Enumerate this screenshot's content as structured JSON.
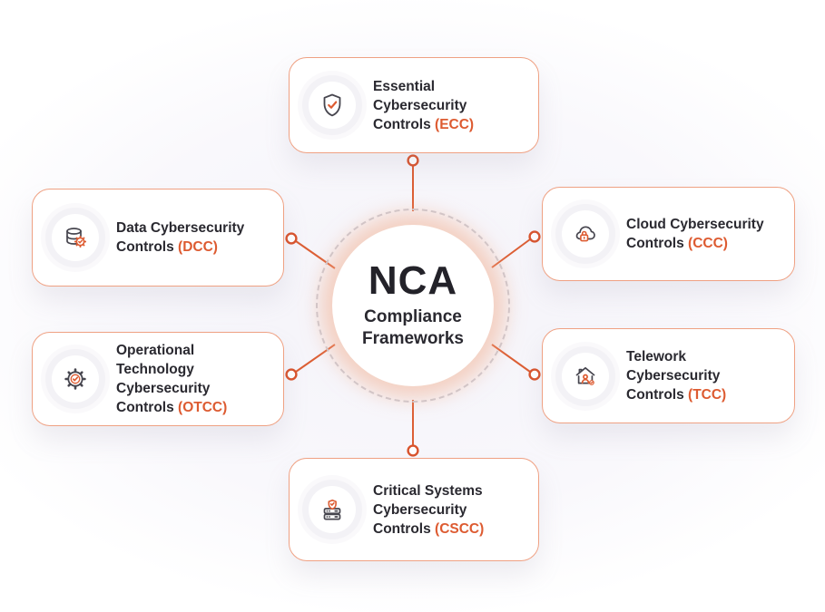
{
  "center": {
    "heading": "NCA",
    "subheading": "Compliance Frameworks"
  },
  "colors": {
    "accent_orange": "#DD5B31",
    "card_border_orange": "#EFA183",
    "connector_orange": "#DC5F35",
    "dark_text": "#2A2930",
    "icon_gray": "#47464F",
    "dashed_ring_gray": "#CBCAD3",
    "hub_glow_peach": "#F3B092",
    "card_background": "#FFFFFF"
  },
  "nodes": [
    {
      "id": "ecc",
      "label": "Essential Cybersecurity Controls ",
      "code": "(ECC)",
      "icon": "shield-check-icon"
    },
    {
      "id": "dcc",
      "label": "Data Cybersecurity Controls ",
      "code": "(DCC)",
      "icon": "database-check-icon"
    },
    {
      "id": "ccc",
      "label": "Cloud Cybersecurity Controls ",
      "code": "(CCC)",
      "icon": "cloud-lock-icon"
    },
    {
      "id": "otcc",
      "label": "Operational Technology Cybersecurity Controls ",
      "code": "(OTCC)",
      "icon": "gear-check-icon"
    },
    {
      "id": "tcc",
      "label": "Telework Cybersecurity Controls ",
      "code": "(TCC)",
      "icon": "house-user-icon"
    },
    {
      "id": "cscc",
      "label": "Critical Systems Cybersecurity Controls ",
      "code": "(CSCC)",
      "icon": "server-shield-icon"
    }
  ]
}
